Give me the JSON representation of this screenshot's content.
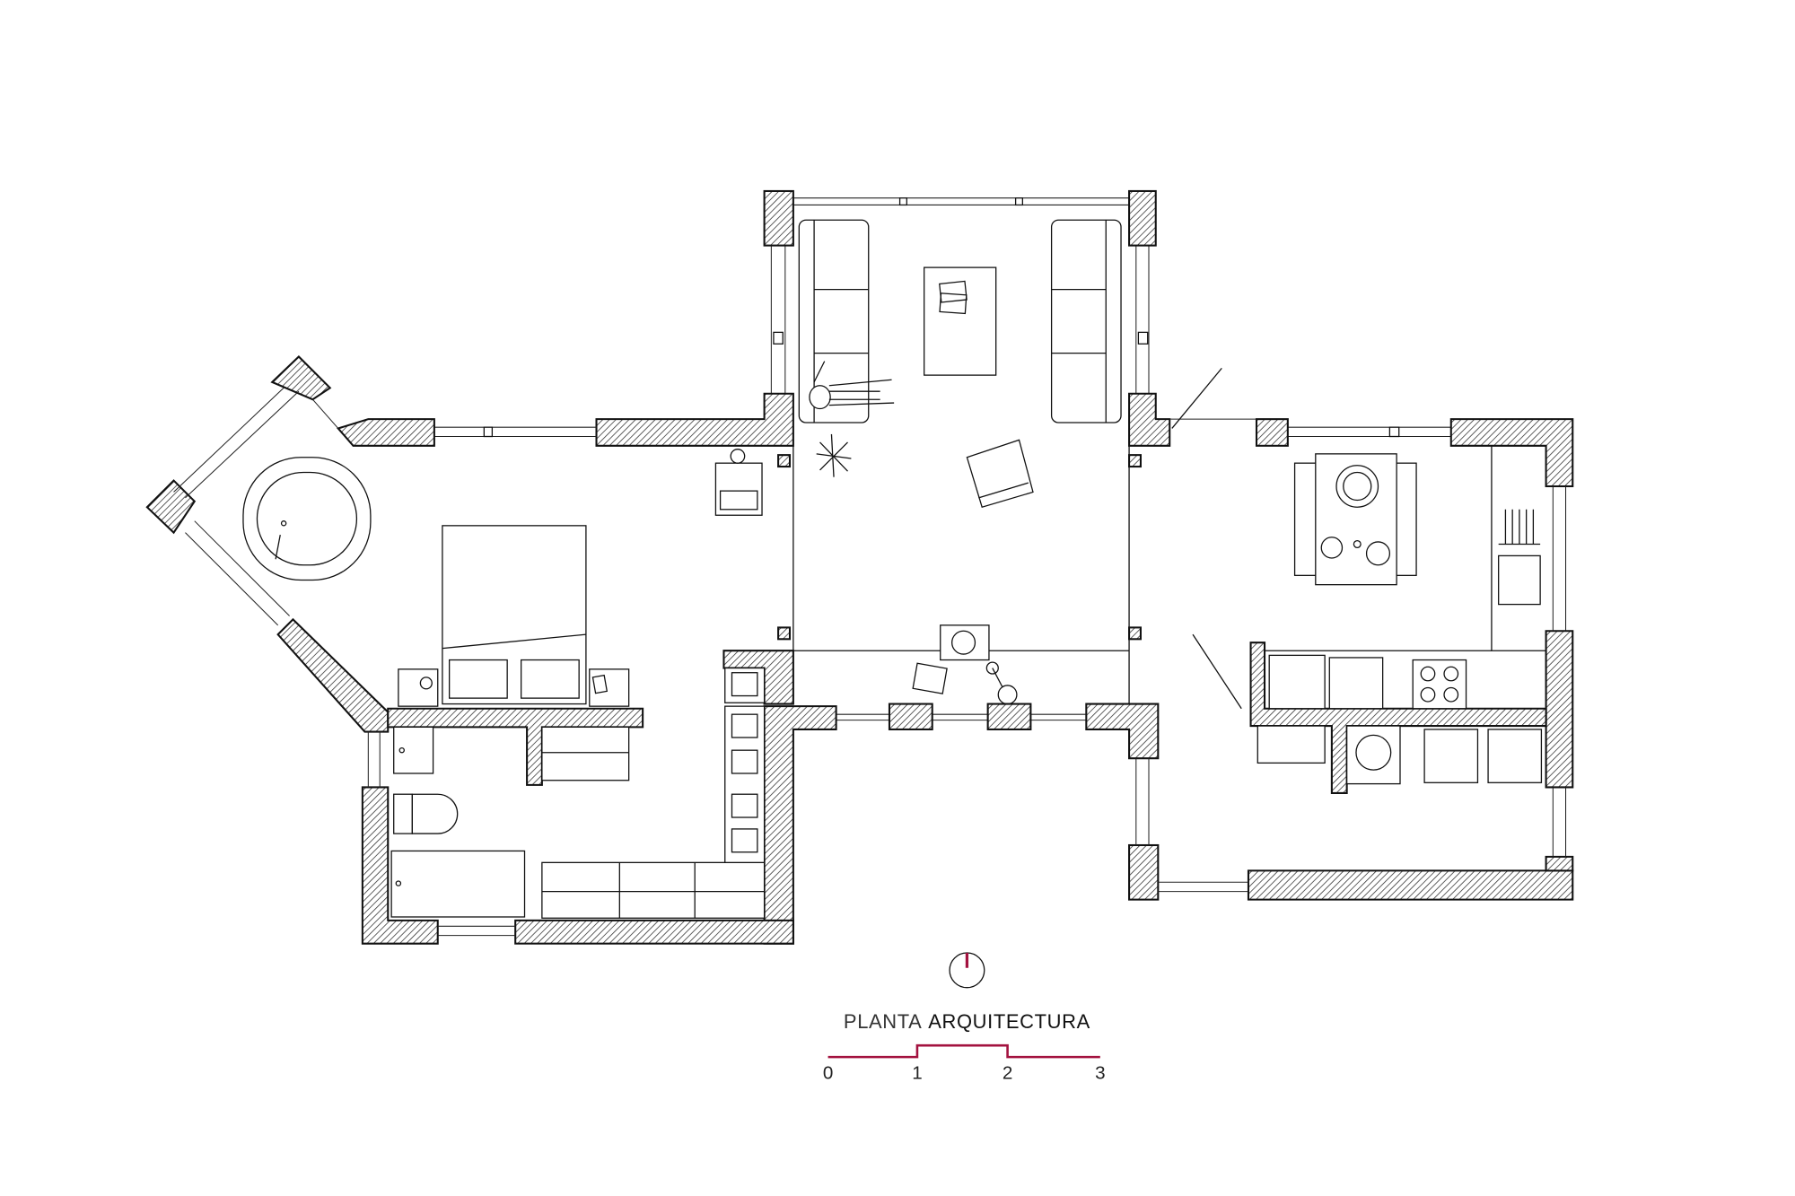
{
  "drawing": {
    "title_part1": "PLANTA",
    "title_part2": "ARQUITECTURA",
    "north_icon": "north-arrow-icon",
    "scale_bar": {
      "labels": [
        "0",
        "1",
        "2",
        "3"
      ],
      "unit_count": 3
    },
    "accent_color": "#a3123f",
    "rooms": [
      "living-room",
      "bedroom",
      "bathroom",
      "walk-in-closet",
      "kitchen",
      "dining",
      "laundry"
    ]
  }
}
